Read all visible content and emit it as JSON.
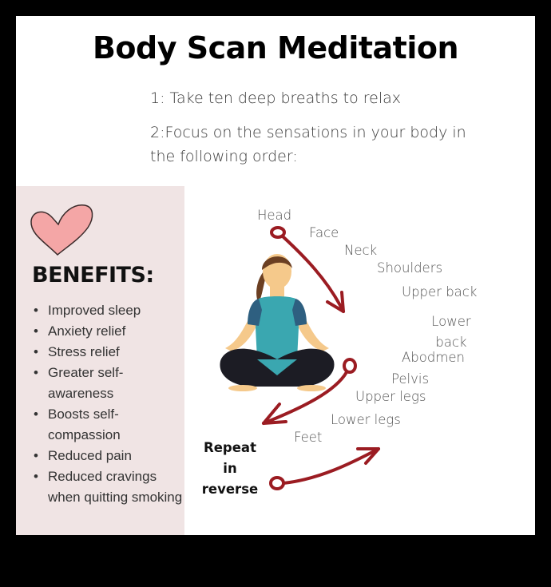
{
  "title": "Body Scan Meditation",
  "steps": [
    "1: Take ten deep breaths to relax",
    "2:Focus on the sensations in your body in the following order:"
  ],
  "benefits_panel": {
    "icon": "heart-icon",
    "heading": "BENEFITS:",
    "items": [
      "Improved sleep",
      "Anxiety relief",
      "Stress relief",
      "Greater self-awareness",
      "Boosts  self-compassion",
      "Reduced pain",
      "Reduced cravings when quitting smoking"
    ],
    "background_color": "#f0e4e4"
  },
  "body_parts": [
    "Head",
    "Face",
    "Neck",
    "Shoulders",
    "Upper back",
    "Lower back",
    "Abodmen",
    "Pelvis",
    "Upper legs",
    "Lower legs",
    "Feet"
  ],
  "repeat_note": "Repeat in reverse",
  "colors": {
    "arrow": "#9b1c22",
    "shirt": "#3aa7b0",
    "sleeves": "#2e5f80",
    "pants": "#1c1c24",
    "skin": "#f5c98b",
    "hair": "#6b3f22"
  }
}
